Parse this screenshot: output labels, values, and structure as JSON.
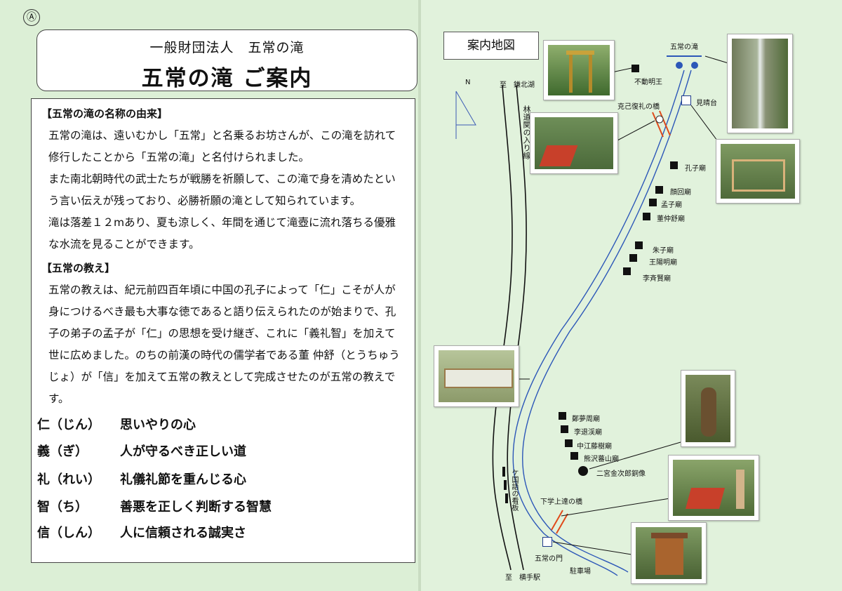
{
  "left": {
    "marker": "Ⓐ",
    "org": "一般財団法人　五常の滝",
    "title": "五常の滝 ご案内",
    "section1_heading": "【五常の滝の名称の由来】",
    "section1_lines": [
      "五常の滝は、遠いむかし「五常」と名乗るお坊さんが、この滝を訪れて",
      "修行したことから「五常の滝」と名付けられました。",
      "また南北朝時代の武士たちが戦勝を祈願して、この滝で身を清めたとい",
      "う言い伝えが残っており、必勝祈願の滝として知られています。",
      "滝は落差１２mあり、夏も涼しく、年間を通じて滝壺に流れ落ちる優雅",
      "な水流を見ることができます。"
    ],
    "section2_heading": "【五常の教え】",
    "section2_lines": [
      "五常の教えは、紀元前四百年頃に中国の孔子によって「仁」こそが人が",
      "身につけるべき最も大事な徳であると語り伝えられたのが始まりで、孔",
      "子の弟子の孟子が「仁」の思想を受け継ぎ、これに「義礼智」を加えて",
      "世に広めました。のちの前漢の時代の儒学者である董 仲舒（とうちゅう",
      "じょ）が「信」を加えて五常の教えとして完成させたのが五常の教えで",
      "す。"
    ],
    "virtues": [
      {
        "kanji": "仁（じん）",
        "meaning": "思いやりの心"
      },
      {
        "kanji": "義（ぎ）",
        "meaning": "人が守るべき正しい道"
      },
      {
        "kanji": "礼（れい）",
        "meaning": "礼儀礼節を重んじる心"
      },
      {
        "kanji": "智（ち）",
        "meaning": "善悪を正しく判断する智慧"
      },
      {
        "kanji": "信（しん）",
        "meaning": "人に信頼される誠実さ"
      }
    ]
  },
  "map": {
    "title": "案内地図",
    "north": "N",
    "to_lake": "至　鎌北湖",
    "forest_road": "林道関の入り線",
    "to_station": "至　横手駅",
    "fudo": "不動明王",
    "falls": "五常の滝",
    "kokki_bridge": "克己復礼の橋",
    "miharashi": "見晴台",
    "shrines": [
      "孔子廟",
      "顔回廟",
      "孟子廟",
      "董仲舒廟",
      "朱子廟",
      "王陽明廟",
      "李斉賢廟"
    ],
    "shrines2": [
      "鄭夢周廟",
      "李退渓廟",
      "中江藤樹廟",
      "熊沢蕃山廟"
    ],
    "ninomiya": "二宮金次郎銅像",
    "signboard": "ケ国語の看板",
    "shimojo_bridge": "下学上達の橋",
    "gate": "五常の門",
    "parking": "駐車場"
  }
}
